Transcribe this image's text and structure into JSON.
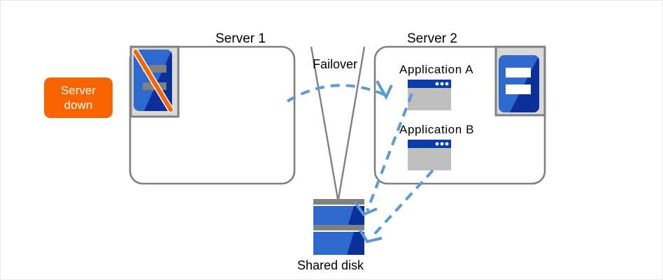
{
  "diagram": {
    "title_server1": "Server 1",
    "title_server2": "Server 2",
    "failover_label": "Failover",
    "shared_disk_label": "Shared disk",
    "badge": {
      "line1": "Server",
      "line2": "down"
    },
    "applications": [
      {
        "label": "Application  A"
      },
      {
        "label": "Application  B"
      }
    ],
    "colors": {
      "badge_orange": "#F96400",
      "arrow_blue": "#5B9BD5",
      "server_blue_light": "#2E6ACD",
      "server_blue_dark": "#0B2F9B",
      "box_border_gray": "#808080",
      "icon_frame_gray": "#808080",
      "icon_frame_fill": "#D9D9D9",
      "app_titlebar_blue": "#0A3DA8",
      "app_body_gray": "#BFBFBF",
      "disk_top_gray": "#808080",
      "strike_orange": "#F96400",
      "text_black": "#000000"
    }
  }
}
